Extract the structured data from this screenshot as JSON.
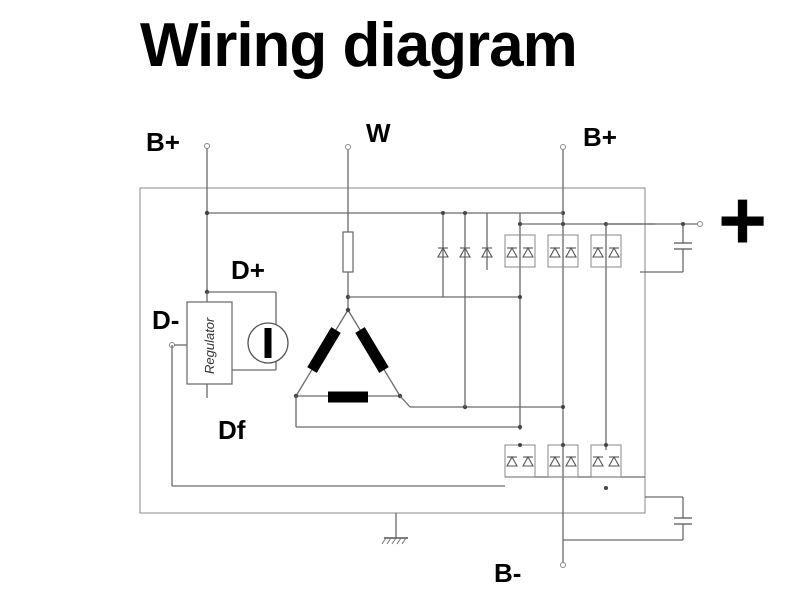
{
  "title": "Wiring diagram",
  "terminals": {
    "b_plus_left": "B+",
    "w": "W",
    "b_plus_right": "B+",
    "d_plus": "D+",
    "d_minus": "D-",
    "df": "Df",
    "b_minus": "B-",
    "plus_sign": "+"
  },
  "regulator_label": "Regulator"
}
